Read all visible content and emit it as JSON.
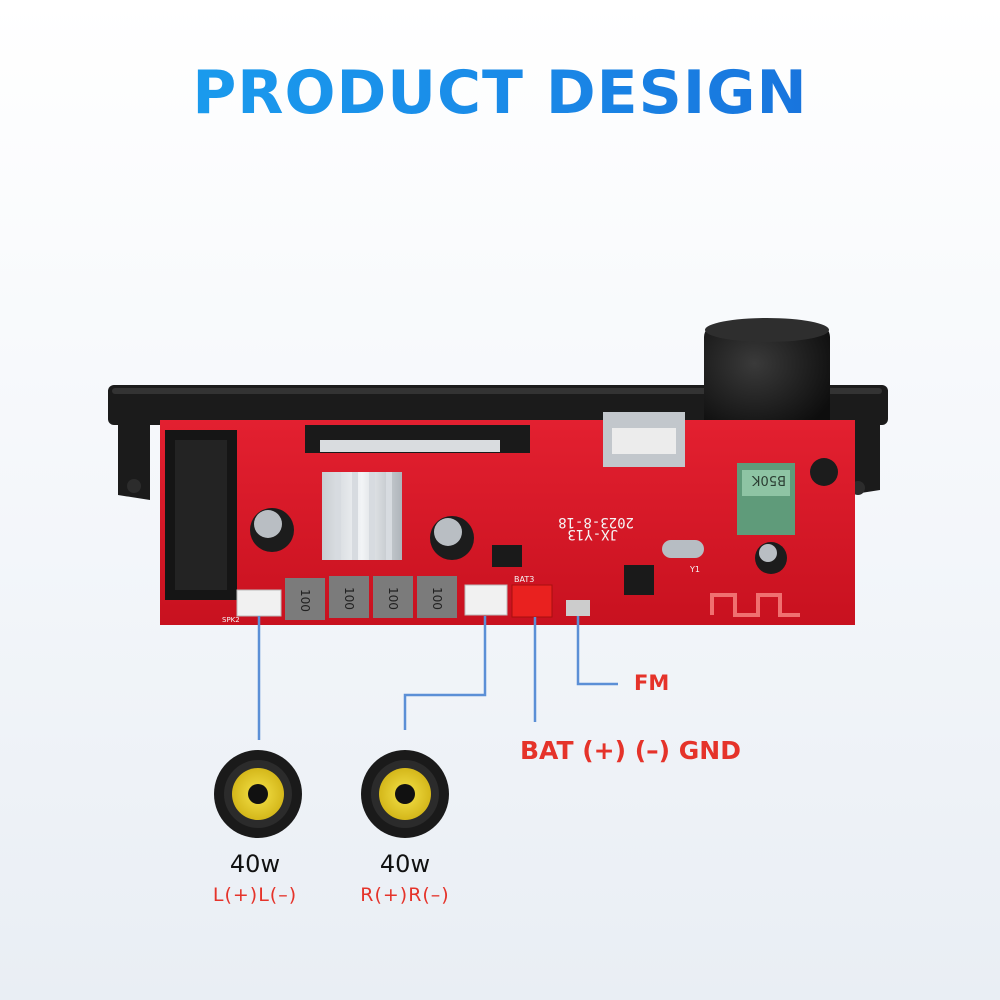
{
  "title": "PRODUCT DESIGN",
  "board": {
    "model": "JX-Y13",
    "date": "2023-8-18",
    "pot_label": "B50K",
    "inductor_label": "100",
    "bat_connector_label": "BAT3",
    "speaker_connector_label": "SPK2",
    "crystal_label": "Y1"
  },
  "connectors": {
    "fm_label": "FM",
    "bat_label": "BAT (+) (–) GND"
  },
  "speakers": [
    {
      "watt": "40w",
      "polarity": "L(+)L(–)"
    },
    {
      "watt": "40w",
      "polarity": "R(+)R(–)"
    }
  ],
  "colors": {
    "title_gradient_start": "#1aa4f0",
    "title_gradient_end": "#1766d6",
    "accent_red": "#e5332a",
    "pcb_red": "#d8182a",
    "line_blue": "#5b8fd6"
  }
}
